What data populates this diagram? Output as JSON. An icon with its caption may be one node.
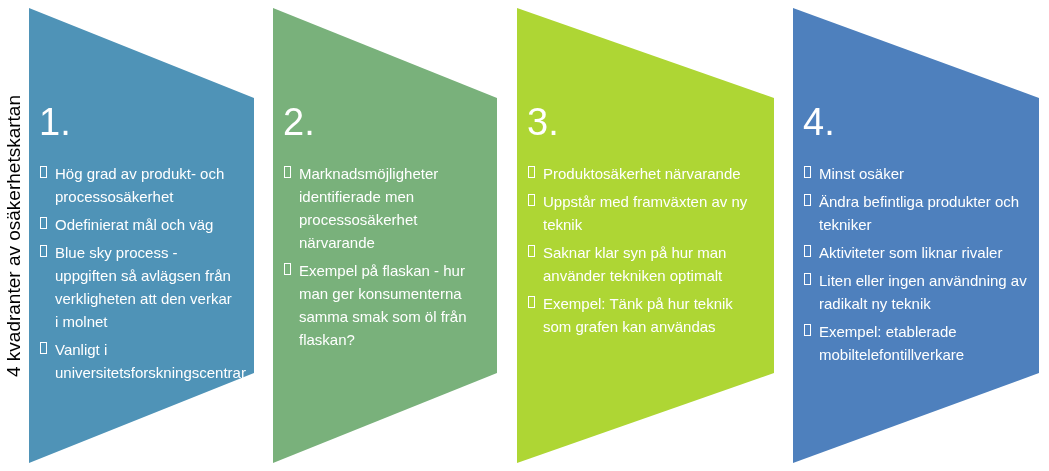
{
  "diagram": {
    "title": "4 kvadranter av osäkerhetskartan",
    "nodes": [
      {
        "text": [
          "1.",
          "Hög grad av produkt- och processosäkerhet",
          "Odefinierat mål och väg",
          "Blue sky process - uppgiften så avlägsen från verkligheten att den verkar i molnet",
          "Vanligt i universitetsforskningscentrar"
        ]
      },
      {
        "text": [
          "2.",
          "Marknadsmöjligheter identifierade men processosäkerhet närvarande",
          "Exempel på flaskan - hur man ger konsumenterna samma smak som öl från flaskan?"
        ]
      },
      {
        "text": [
          "3.",
          "Produktosäkerhet närvarande",
          "Uppstår med framväxten av ny teknik",
          "Saknar klar syn på hur man använder tekniken optimalt",
          "Exempel: Tänk på hur teknik som grafen kan användas"
        ]
      },
      {
        "text": [
          "4.",
          "Minst osäker",
          "Ändra befintliga produkter och tekniker",
          "Aktiviteter som liknar rivaler",
          "Liten eller ingen användning av radikalt ny teknik",
          "Exempel: etablerade mobiltelefontillverkare"
        ]
      }
    ]
  }
}
